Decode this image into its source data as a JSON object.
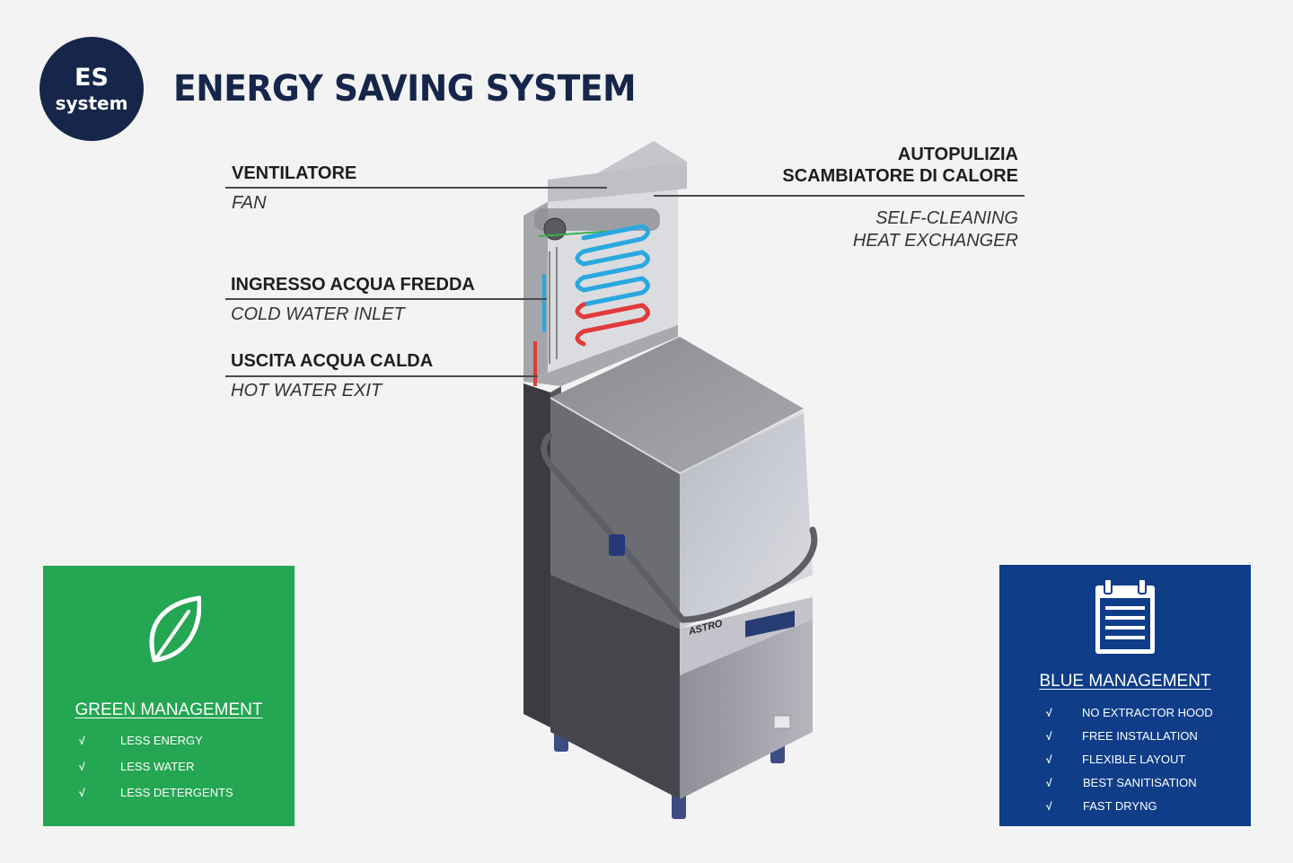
{
  "badge": {
    "line1": "ES",
    "line2": "system"
  },
  "title": "ENERGY SAVING SYSTEM",
  "labels": {
    "fan_it": "VENTILATORE",
    "fan_en": "FAN",
    "cold_it": "INGRESSO ACQUA FREDDA",
    "cold_en": "COLD WATER INLET",
    "hot_it": "USCITA ACQUA CALDA",
    "hot_en": "HOT WATER EXIT",
    "exch_it_1": "AUTOPULIZIA",
    "exch_it_2": "SCAMBIATORE DI CALORE",
    "exch_en_1": "SELF-CLEANING",
    "exch_en_2": "HEAT EXCHANGER"
  },
  "machine_logo": "ASTRO",
  "green_panel": {
    "title": "GREEN MANAGEMENT",
    "icon": "leaf-icon",
    "check": "√",
    "items": [
      "LESS ENERGY",
      "LESS WATER",
      "LESS DETERGENTS"
    ],
    "color": "#24a652"
  },
  "blue_panel": {
    "title": "BLUE MANAGEMENT",
    "icon": "clipboard-icon",
    "check": "√",
    "items": [
      "NO EXTRACTOR HOOD",
      "FREE INSTALLATION",
      "FLEXIBLE LAYOUT",
      "BEST SANITISATION",
      "FAST DRYNG"
    ],
    "color": "#0f3d88"
  },
  "colors": {
    "navy": "#16264a",
    "cold": "#2aa8e0",
    "hot": "#e23a3a"
  }
}
